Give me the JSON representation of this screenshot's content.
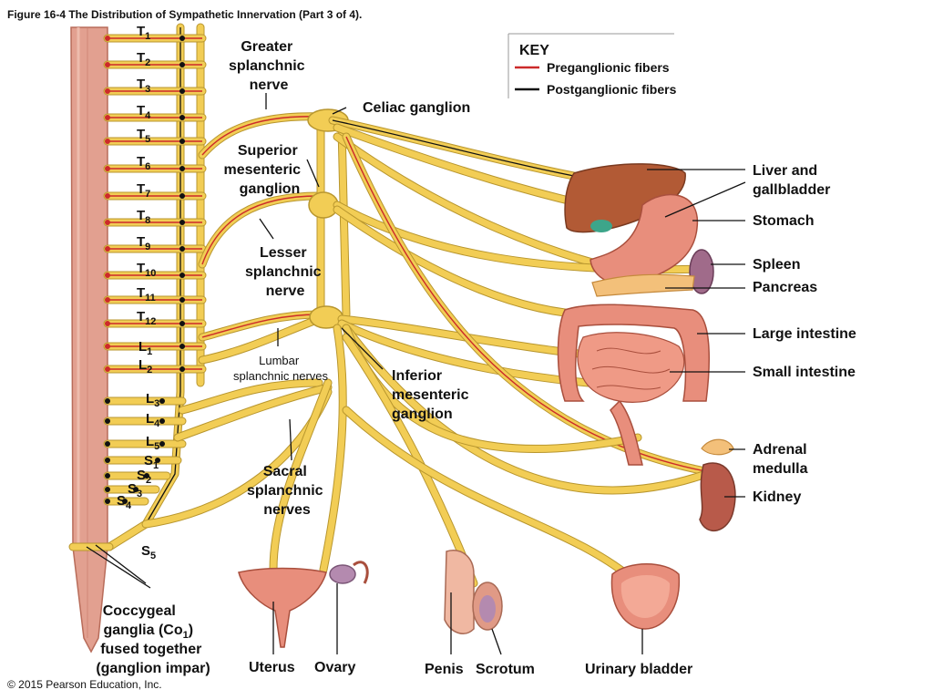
{
  "caption": "Figure 16-4 The Distribution of Sympathetic Innervation (Part 3 of 4).",
  "copyright": "© 2015 Pearson Education, Inc.",
  "key": {
    "title": "KEY",
    "preganglionic": "Preganglionic fibers",
    "postganglionic": "Postganglionic fibers",
    "pre_color": "#cc2a2a",
    "post_color": "#111111"
  },
  "segments": {
    "thoracic": [
      "1",
      "2",
      "3",
      "4",
      "5",
      "6",
      "7",
      "8",
      "9",
      "10",
      "11",
      "12"
    ],
    "lumbar": [
      "1",
      "2",
      "3",
      "4",
      "5"
    ],
    "sacral": [
      "1",
      "2",
      "3",
      "4",
      "5"
    ]
  },
  "labels": {
    "greater_splanchnic": [
      "Greater",
      "splanchnic",
      "nerve"
    ],
    "celiac": "Celiac ganglion",
    "superior_mesenteric": [
      "Superior",
      "mesenteric",
      "ganglion"
    ],
    "lesser_splanchnic": [
      "Lesser",
      "splanchnic",
      "nerve"
    ],
    "lumbar_splanchnic": [
      "Lumbar",
      "splanchnic nerves"
    ],
    "inferior_mesenteric": [
      "Inferior",
      "mesenteric",
      "ganglion"
    ],
    "sacral_splanchnic": [
      "Sacral",
      "splanchnic",
      "nerves"
    ],
    "coccygeal": [
      "Coccygeal",
      "ganglia (Co",
      "1",
      ")",
      "fused together",
      "(ganglion impar)"
    ],
    "liver": [
      "Liver and",
      "gallbladder"
    ],
    "stomach": "Stomach",
    "spleen": "Spleen",
    "pancreas": "Pancreas",
    "large_intestine": "Large intestine",
    "small_intestine": "Small intestine",
    "adrenal": [
      "Adrenal",
      "medulla"
    ],
    "kidney": "Kidney",
    "uterus": "Uterus",
    "ovary": "Ovary",
    "penis": "Penis",
    "scrotum": "Scrotum",
    "bladder": "Urinary bladder"
  },
  "colors": {
    "nerve": "#f2cd55",
    "spinal_cord": "#e2a090",
    "organ": "#e88e7c"
  }
}
